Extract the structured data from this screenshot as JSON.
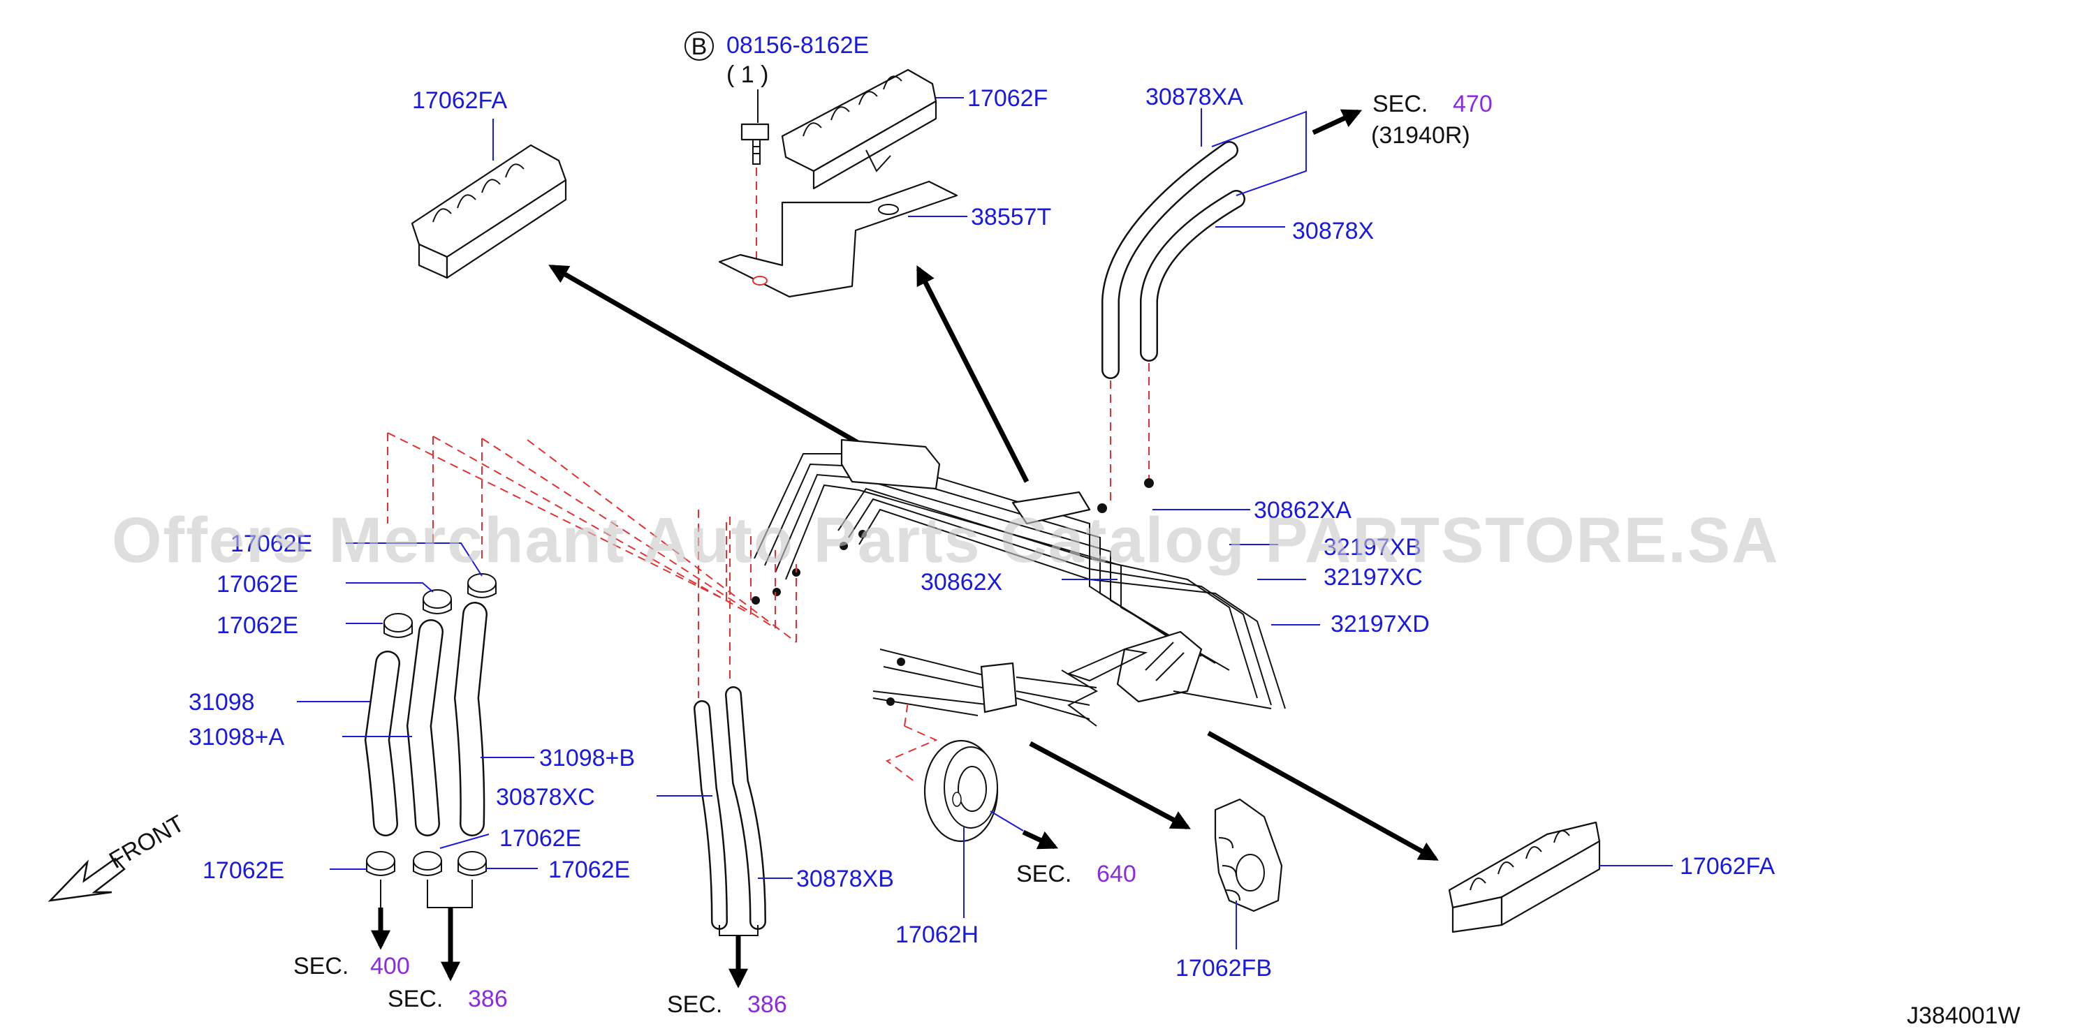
{
  "diagram": {
    "watermark": "Offers Merchant Auto Parts Catalog PARTSTORE.SA",
    "figure_id": "J384001W",
    "bolt": {
      "circle_letter": "B",
      "part_no": "08156-8162E",
      "qty": "( 1 )"
    },
    "labels": {
      "p17062FA_top": "17062FA",
      "p17062F": "17062F",
      "p38557T": "38557T",
      "p30878XA": "30878XA",
      "p30878X": "30878X",
      "p30862XA": "30862XA",
      "p32197XB": "32197XB",
      "p32197XC": "32197XC",
      "p32197XD": "32197XD",
      "p30862X": "30862X",
      "p17062E_1": "17062E",
      "p17062E_2": "17062E",
      "p17062E_3": "17062E",
      "p31098": "31098",
      "p31098A": "31098+A",
      "p31098B": "31098+B",
      "p30878XC": "30878XC",
      "p17062E_4": "17062E",
      "p17062E_5": "17062E",
      "p17062E_6": "17062E",
      "p30878XB": "30878XB",
      "p17062H": "17062H",
      "p17062FB": "17062FB",
      "p17062FA_bot": "17062FA"
    },
    "sections": {
      "sec470": {
        "prefix": "SEC.",
        "number": "470",
        "sub": "(31940R)"
      },
      "sec640": {
        "prefix": "SEC.",
        "number": "640"
      },
      "sec400": {
        "prefix": "SEC.",
        "number": "400"
      },
      "sec386a": {
        "prefix": "SEC.",
        "number": "386"
      },
      "sec386b": {
        "prefix": "SEC.",
        "number": "386"
      }
    },
    "front_label": "FRONT",
    "colors": {
      "part_label": "#1a1adc",
      "section_number": "#8a2be2",
      "dashed": "#e53030"
    }
  }
}
